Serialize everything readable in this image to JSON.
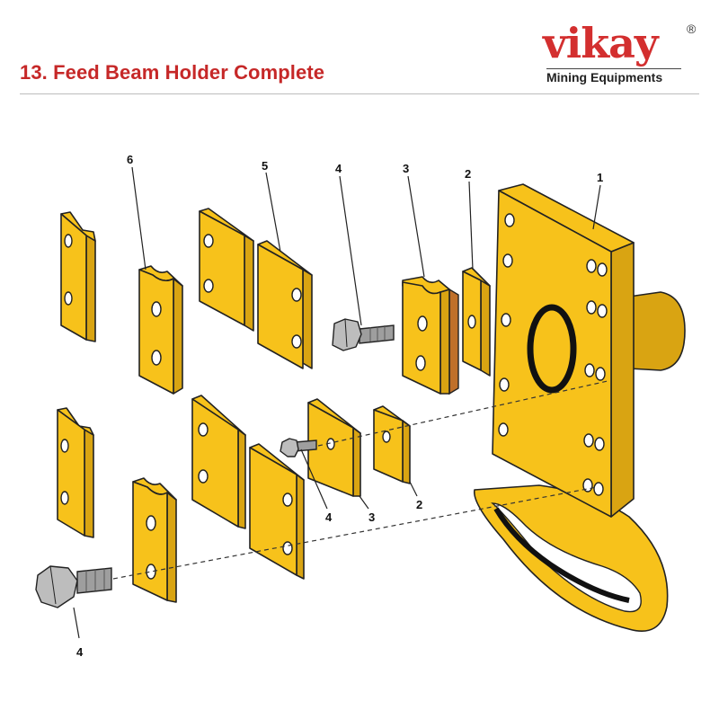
{
  "header": {
    "title": "13. Feed Beam Holder Complete"
  },
  "brand": {
    "name": "vikay",
    "registered_mark": "®",
    "tagline": "Mining Equipments",
    "color": "#d32f2f"
  },
  "colors": {
    "part_fill": "#f7c21b",
    "part_shade": "#d9a412",
    "bolt_fill": "#bdbdbd",
    "outline": "#222222",
    "title_red": "#c62828"
  },
  "callouts": {
    "part1": "1",
    "part2_top": "2",
    "part3_top": "3",
    "part4_top": "4",
    "part5": "5",
    "part6": "6",
    "part4_mid": "4",
    "part3_mid": "3",
    "part2_mid": "2",
    "part4_bottom": "4"
  }
}
